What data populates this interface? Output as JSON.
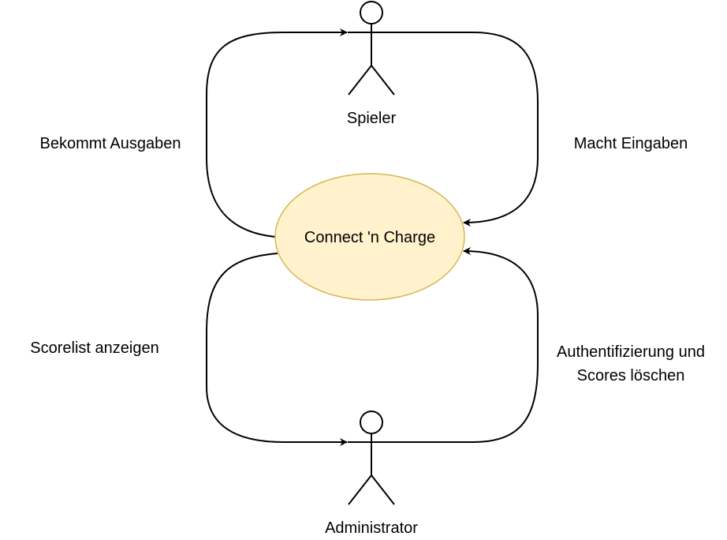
{
  "system": {
    "label": "Connect 'n Charge",
    "fill": "#fff2cc",
    "stroke": "#d6b656"
  },
  "actors": {
    "player": {
      "label": "Spieler",
      "icon": "stick-figure-icon"
    },
    "admin": {
      "label": "Administrator",
      "icon": "stick-figure-icon"
    }
  },
  "edges": {
    "receives_output": {
      "label": "Bekommt Ausgaben"
    },
    "makes_input": {
      "label": "Macht Eingaben"
    },
    "show_scorelist": {
      "label": "Scorelist anzeigen"
    },
    "auth_delete": {
      "label_line1": "Authentifizierung und",
      "label_line2": "Scores löschen"
    }
  }
}
